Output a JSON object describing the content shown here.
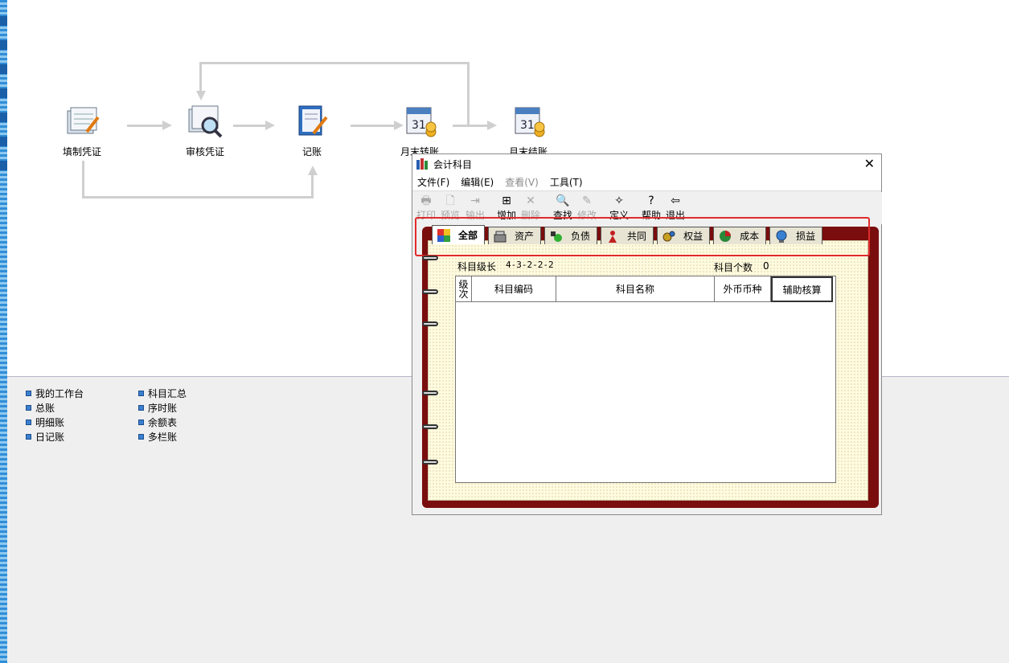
{
  "flow": {
    "nodes": [
      {
        "label": "填制凭证"
      },
      {
        "label": "审核凭证"
      },
      {
        "label": "记账"
      },
      {
        "label": "月末转账"
      },
      {
        "label": "月末结账"
      }
    ]
  },
  "quick_links": {
    "col1": [
      "我的工作台",
      "总账",
      "明细账",
      "日记账"
    ],
    "col2": [
      "科目汇总",
      "序时账",
      "余额表",
      "多栏账"
    ]
  },
  "window": {
    "title": "会计科目",
    "menu": [
      "文件(F)",
      "编辑(E)",
      "查看(V)",
      "工具(T)"
    ],
    "toolbar": [
      "打印",
      "预览",
      "输出",
      "增加",
      "删除",
      "查找",
      "修改",
      "定义",
      "帮助",
      "退出"
    ],
    "tabs": [
      "全部",
      "资产",
      "负债",
      "共同",
      "权益",
      "成本",
      "损益"
    ],
    "info": {
      "level_label": "科目级长",
      "level_value": "4-3-2-2-2",
      "count_label": "科目个数",
      "count_value": "0"
    },
    "columns": [
      "级次",
      "科目编码",
      "科目名称",
      "外币币种",
      "辅助核算"
    ]
  },
  "colors": {
    "highlight": "#e02b2b",
    "book": "#7a0d0d",
    "paper": "#fffbe0"
  }
}
